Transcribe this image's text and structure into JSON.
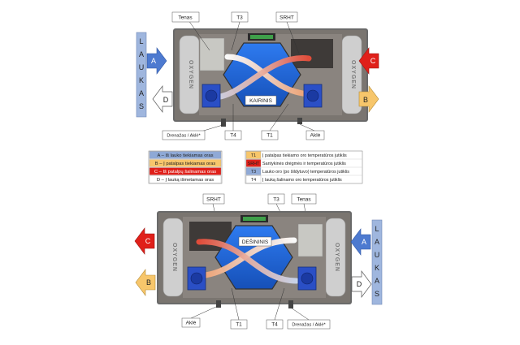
{
  "colors": {
    "outdoor_air": "#8fa9d6",
    "supply_air": "#f7c66b",
    "extract_air": "#e0201a",
    "exhaust_air": "#ffffff",
    "core": "#1b63d6",
    "housing": "#5f5f5f",
    "panel": "#bfbfbf"
  },
  "top_unit": {
    "brand": "OXYGEN",
    "side_label": "KAIRINIS",
    "callouts": {
      "tenas": "Tenas",
      "t3": "T3",
      "srht": "SRHT",
      "drenazas": "Drenažas / Aklė*",
      "t4": "T4",
      "t1": "T1",
      "akle": "Aklė"
    },
    "arrows": {
      "a": "A",
      "b": "B",
      "c": "C",
      "d": "D"
    },
    "laukas": [
      "L",
      "A",
      "U",
      "K",
      "A",
      "S"
    ]
  },
  "legend_left": [
    {
      "text": "A – Iš lauko tiekiamas oras",
      "color": "#8fa9d6",
      "textcolor": "#222222"
    },
    {
      "text": "B – Į patalpas tiekiamas oras",
      "color": "#f7c66b",
      "textcolor": "#222222"
    },
    {
      "text": "C – Iš patalpų šalinamas oras",
      "color": "#e0201a",
      "textcolor": "#ffffff"
    },
    {
      "text": "D – Į lauką išmetamas oras",
      "color": "#ffffff",
      "textcolor": "#222222"
    }
  ],
  "legend_right": [
    {
      "code": "T1",
      "codecolor": "#f7c66b",
      "text": "Į patalpas tiekiamo oro temperatūros jutiklis"
    },
    {
      "code": "SRHT",
      "codecolor": "#e0201a",
      "text": "Santykinės drėgmės ir temperatūros jutiklis"
    },
    {
      "code": "T3",
      "codecolor": "#8fa9d6",
      "text": "Lauko oro (po šildytuvo) temperatūros jutiklis"
    },
    {
      "code": "T4",
      "codecolor": "#ffffff",
      "text": "Į lauką šalinamo oro temperatūros jutiklis"
    }
  ],
  "bottom_unit": {
    "brand": "OXYGEN",
    "side_label": "DEŠININIS",
    "callouts": {
      "srht": "SRHT",
      "t3": "T3",
      "tenas": "Tenas",
      "akle": "Aklė",
      "t1": "T1",
      "t4": "T4",
      "drenazas": "Drenažas / Aklė*"
    },
    "arrows": {
      "a": "A",
      "b": "B",
      "c": "C",
      "d": "D"
    },
    "laukas": [
      "L",
      "A",
      "U",
      "K",
      "A",
      "S"
    ]
  }
}
